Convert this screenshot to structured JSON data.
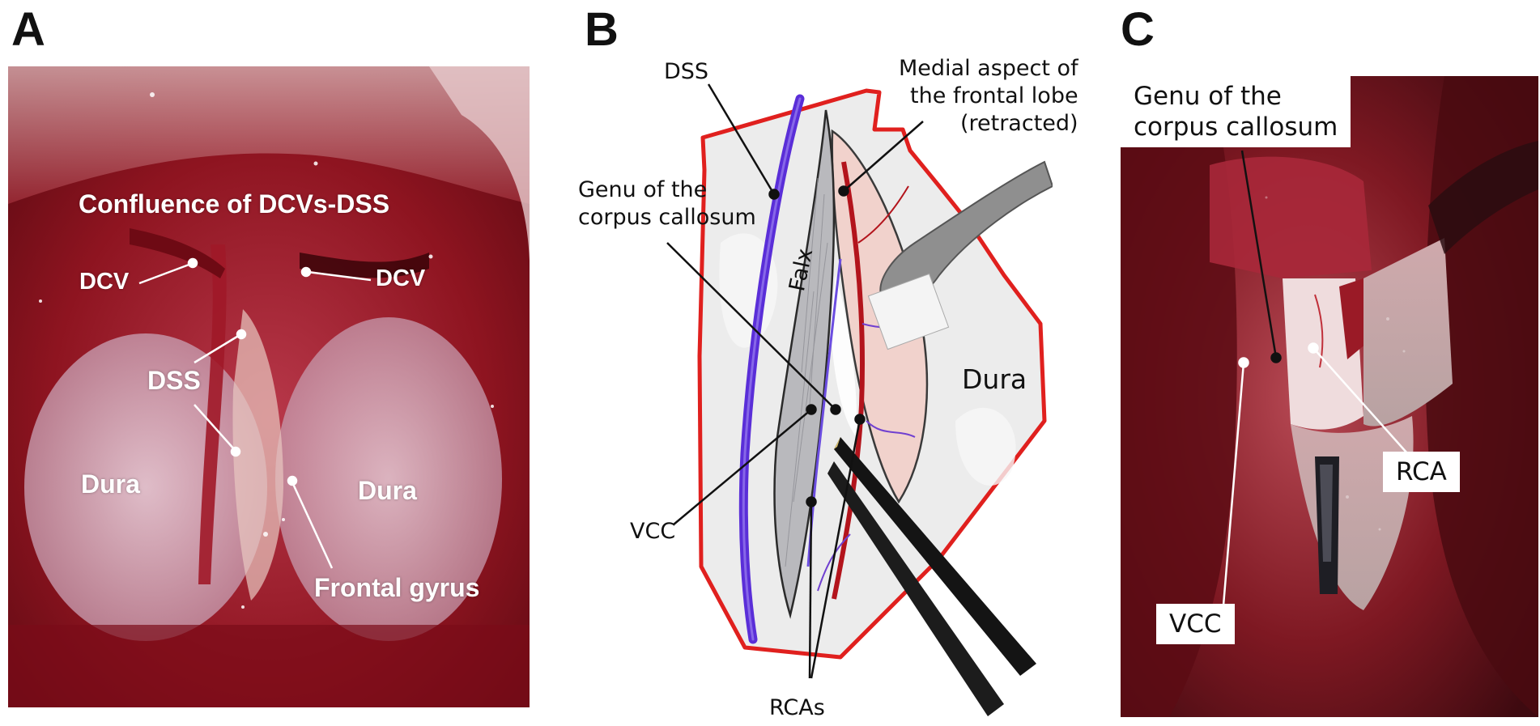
{
  "panels": [
    {
      "letter": "A",
      "labels": {
        "confluence": "Confluence of DCVs-DSS",
        "dcv_left": "DCV",
        "dcv_right": "DCV",
        "dss": "DSS",
        "dura_left": "Dura",
        "dura_right": "Dura",
        "frontal_gyrus": "Frontal gyrus"
      }
    },
    {
      "letter": "B",
      "labels": {
        "dss": "DSS",
        "medial_aspect": "Medial aspect of\nthe frontal lobe\n(retracted)",
        "genu": "Genu of the\ncorpus callosum",
        "falx": "Falx",
        "dura": "Dura",
        "vcc": "VCC",
        "rcas": "RCAs"
      }
    },
    {
      "letter": "C",
      "labels": {
        "genu": "Genu of the\ncorpus callosum",
        "rca": "RCA",
        "vcc": "VCC"
      }
    }
  ],
  "colors": {
    "label_line": "#111111",
    "white_label": "#ffffff",
    "photo_red": "#8e1420",
    "sinus_blue": "#5a2ed8",
    "dura_outline": "#e0201e",
    "lobe_pink": "#f1d2cc"
  }
}
